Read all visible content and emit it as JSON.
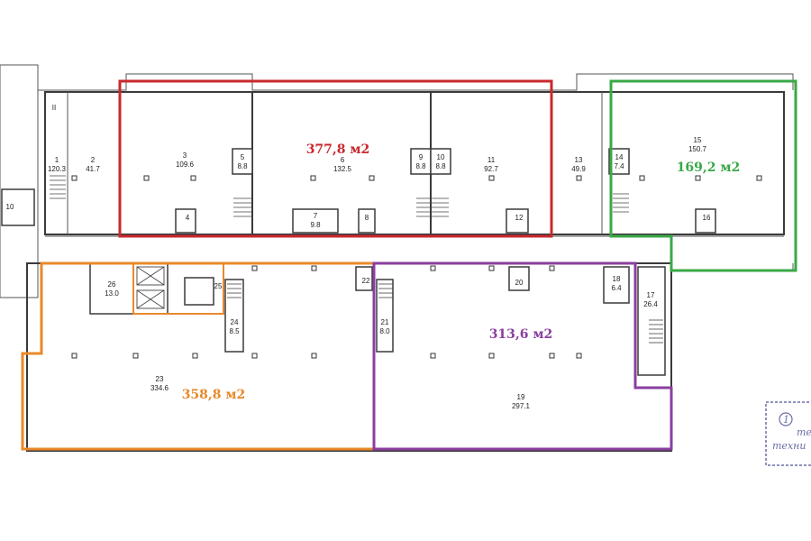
{
  "zones": [
    {
      "id": "red",
      "label": "377,8 м2",
      "color": "#c8282d"
    },
    {
      "id": "green",
      "label": "169,2 м2",
      "color": "#3aa847"
    },
    {
      "id": "orange",
      "label": "358,8 м2",
      "color": "#e8892a"
    },
    {
      "id": "purple",
      "label": "313,6 м2",
      "color": "#8a3fa0"
    }
  ],
  "rooms": [
    {
      "num": "1",
      "area": "120.3"
    },
    {
      "num": "2",
      "area": "41.7"
    },
    {
      "num": "3",
      "area": "109.6"
    },
    {
      "num": "5",
      "area": "8.8"
    },
    {
      "num": "4",
      "area": ""
    },
    {
      "num": "6",
      "area": "132.5"
    },
    {
      "num": "7",
      "area": "9.8"
    },
    {
      "num": "8",
      "area": ""
    },
    {
      "num": "9",
      "area": "8.8"
    },
    {
      "num": "10",
      "area": "8.8"
    },
    {
      "num": "11",
      "area": "92.7"
    },
    {
      "num": "12",
      "area": ""
    },
    {
      "num": "13",
      "area": "49.9"
    },
    {
      "num": "14",
      "area": "7.4"
    },
    {
      "num": "15",
      "area": "150.7"
    },
    {
      "num": "16",
      "area": ""
    },
    {
      "num": "26",
      "area": "13.0"
    },
    {
      "num": "25",
      "area": ""
    },
    {
      "num": "22",
      "area": ""
    },
    {
      "num": "24",
      "area": "8.5"
    },
    {
      "num": "21",
      "area": "8.0"
    },
    {
      "num": "20",
      "area": ""
    },
    {
      "num": "18",
      "area": "6.4"
    },
    {
      "num": "17",
      "area": "26.4"
    },
    {
      "num": "23",
      "area": "334.6"
    },
    {
      "num": "19",
      "area": "297.1"
    }
  ],
  "side_marks": {
    "left_room": "10",
    "wall_mark": "II"
  },
  "stamp": {
    "number": "1",
    "line1": "те",
    "line2": "техни"
  }
}
